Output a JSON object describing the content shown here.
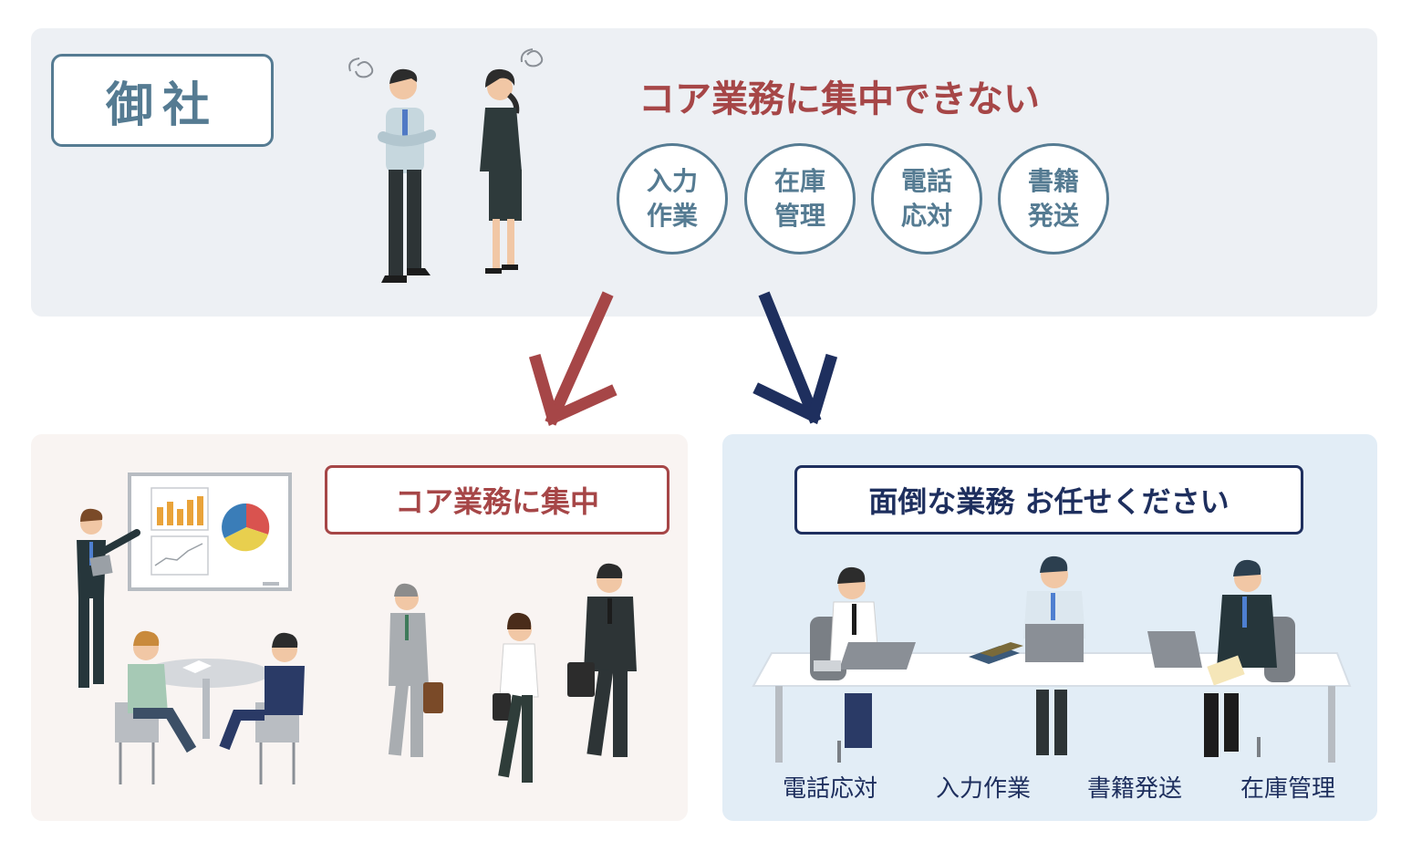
{
  "colors": {
    "brand_blue": "#557b92",
    "accent_red": "#a64647",
    "navy": "#1e2f5e",
    "top_bg": "#edf0f4",
    "left_bg": "#f9f4f2",
    "right_bg": "#e2edf6"
  },
  "company": {
    "label": "御社"
  },
  "headline": "コア業務に集中できない",
  "tasks": [
    {
      "line1": "入力",
      "line2": "作業"
    },
    {
      "line1": "在庫",
      "line2": "管理"
    },
    {
      "line1": "電話",
      "line2": "応対"
    },
    {
      "line1": "書籍",
      "line2": "発送"
    }
  ],
  "core_label": "コア業務に集中",
  "outsource_label": "面倒な業務 お任せください",
  "outsourced_tasks": [
    "電話応対",
    "入力作業",
    "書籍発送",
    "在庫管理"
  ]
}
